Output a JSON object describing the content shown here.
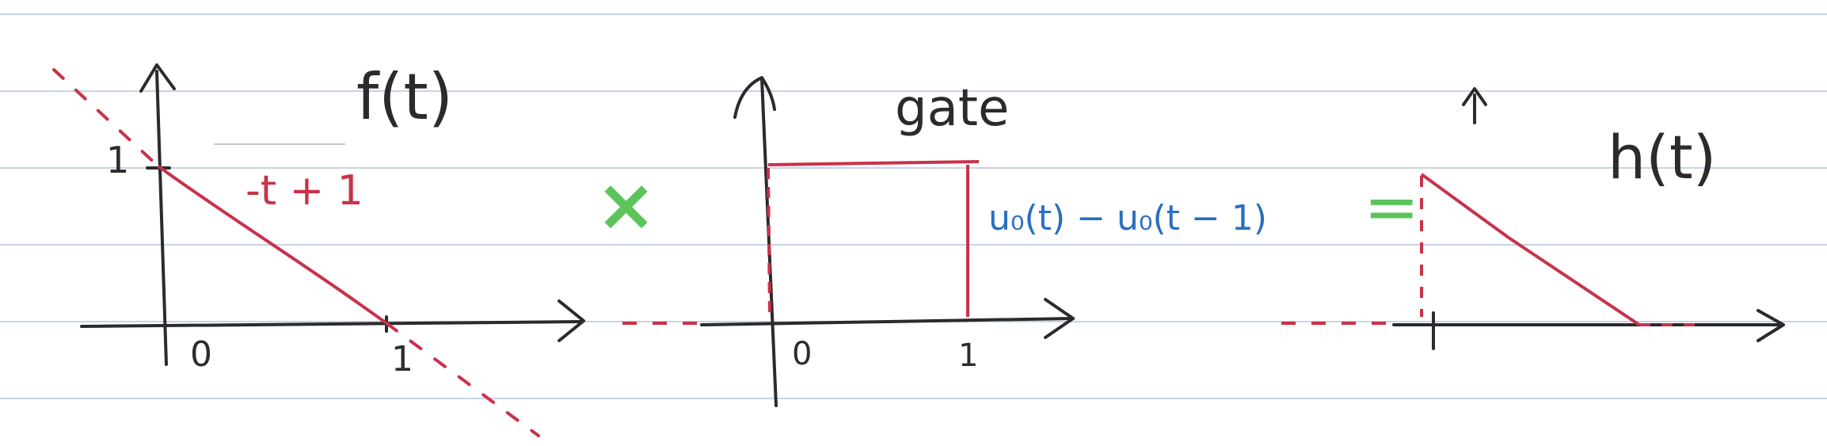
{
  "diagram": {
    "panel1": {
      "title": "f(t)",
      "expression": "-t + 1",
      "tick_y": "1",
      "tick_origin": "0",
      "tick_x": "1"
    },
    "operator_multiply": "×",
    "panel2": {
      "title": "gate",
      "expression": "u₀(t) − u₀(t − 1)",
      "tick_origin": "0",
      "tick_x": "1"
    },
    "operator_equals": "=",
    "panel3": {
      "title": "h(t)"
    },
    "colors": {
      "ink": "#2b2b2b",
      "red": "#c8324a",
      "blue": "#2a6fc0",
      "green": "#5cc45a",
      "ruled_line": "#c9d3e6"
    }
  }
}
